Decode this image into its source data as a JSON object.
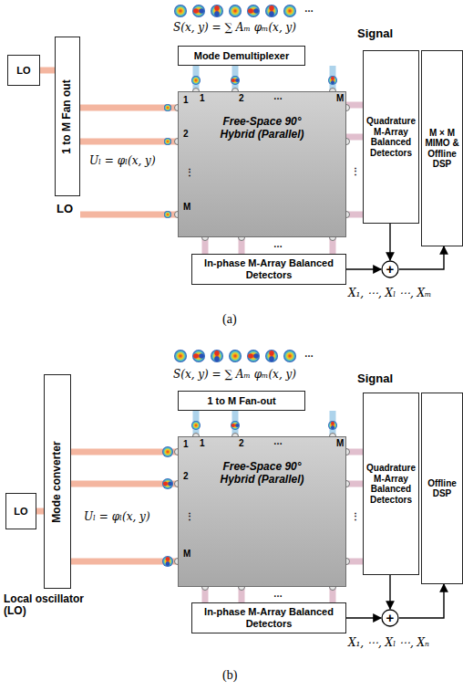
{
  "diagram": {
    "nodes": [
      {
        "text": [
          "Mode Demultiplexer"
        ]
      },
      {
        "text": [
          "LO"
        ]
      },
      {
        "text": [
          "1 to M Fan out"
        ]
      },
      {
        "text": [
          "Free-Space 90° Hybrid (Parallel)"
        ]
      },
      {
        "text": [
          "Quadrature M-Array Balanced Detectors"
        ]
      },
      {
        "text": [
          "M × M MIMO & Offline DSP"
        ]
      },
      {
        "text": [
          "In-phase M-Array Balanced Detectors"
        ]
      },
      {
        "text": [
          "+"
        ]
      },
      {
        "text": [
          "1 to M Fan-out"
        ]
      },
      {
        "text": [
          "LO"
        ]
      },
      {
        "text": [
          "Mode converter"
        ]
      },
      {
        "text": [
          "Free-Space 90° Hybrid (Parallel)"
        ]
      },
      {
        "text": [
          "Quadrature M-Array Balanced Detectors"
        ]
      },
      {
        "text": [
          "Offline DSP"
        ]
      },
      {
        "text": [
          "In-phase M-Array Balanced Detectors"
        ]
      },
      {
        "text": [
          "+"
        ]
      }
    ],
    "edges": [
      {
        "from": 1,
        "to": 2,
        "arrow": "none"
      },
      {
        "from": 2,
        "to": 3,
        "arrow": "none"
      },
      {
        "from": 0,
        "to": 3,
        "arrow": "none"
      },
      {
        "from": 3,
        "to": 4,
        "arrow": "none"
      },
      {
        "from": 3,
        "to": 6,
        "arrow": "none"
      },
      {
        "from": 6,
        "to": 7,
        "arrow": "to"
      },
      {
        "from": 4,
        "to": 7,
        "arrow": "to"
      },
      {
        "from": 7,
        "to": 5,
        "arrow": "to"
      },
      {
        "from": 9,
        "to": 10,
        "arrow": "none"
      },
      {
        "from": 10,
        "to": 11,
        "arrow": "none"
      },
      {
        "from": 8,
        "to": 11,
        "arrow": "none"
      },
      {
        "from": 11,
        "to": 12,
        "arrow": "none"
      },
      {
        "from": 11,
        "to": 14,
        "arrow": "none"
      },
      {
        "from": 14,
        "to": 15,
        "arrow": "to"
      },
      {
        "from": 12,
        "to": 15,
        "arrow": "to"
      },
      {
        "from": 15,
        "to": 13,
        "arrow": "to"
      }
    ],
    "labels": [
      "…",
      "S(x, y) = ∑ Aₘ φₘ(x, y)",
      "Signal",
      "1",
      "2",
      "…",
      "M",
      "1",
      "2",
      "⋮",
      "M",
      "Uₗ = φₗ(x, y)",
      "LO",
      "⋮",
      "…",
      "X₁, ⋯, Xₗ ⋯, Xₘ",
      "(a)",
      "…",
      "S(x, y) = ∑ Aₘ φₘ(x, y)",
      "Signal",
      "1",
      "2",
      "…",
      "M",
      "1",
      "2",
      "⋮",
      "M",
      "Uₗ = φₗ(x, y)",
      "Local oscillator (LO)",
      "⋮",
      "…",
      "X₁, ⋯, Xₗ ⋯, Xₙ",
      "(b)"
    ]
  }
}
